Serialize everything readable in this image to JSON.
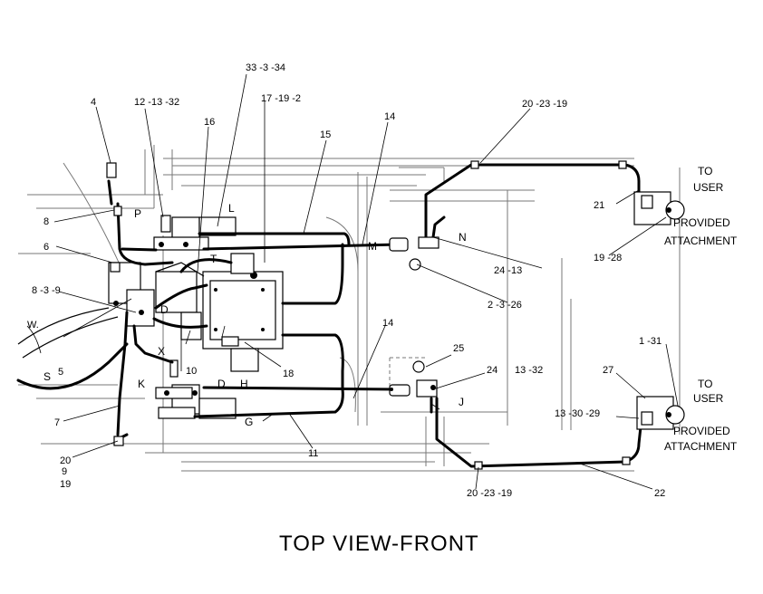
{
  "title": "TOP VIEW-FRONT",
  "callouts": {
    "c_4": "4",
    "c_12_13_32_top": "12 -13 -32",
    "c_33_3_34": "33 -3 -34",
    "c_17_19_2": "17 -19 -2",
    "c_16": "16",
    "c_15": "15",
    "c_14_top": "14",
    "c_20_23_19_top": "20 -23 -19",
    "c_8_top": "8",
    "c_P": "P",
    "c_L": "L",
    "c_6": "6",
    "c_T": "T",
    "c_M": "M",
    "c_N": "N",
    "c_21": "21",
    "c_19_28": "19 -28",
    "c_24_13": "24 -13",
    "c_2_3_26": "2 -3 -26",
    "c_8_3_9": "8 -3 -9",
    "c_D_top": "D",
    "c_W": "W.",
    "c_X": "X",
    "c_5": "5",
    "c_10": "10",
    "c_D_bot": "D",
    "c_H": "H",
    "c_18": "18",
    "c_S": "S",
    "c_K": "K",
    "c_14_bot": "14",
    "c_25": "25",
    "c_24": "24",
    "c_13_32": "13 -32",
    "c_1_31": "1 -31",
    "c_27": "27",
    "c_J": "J",
    "c_13_30_29": "13 -30 -29",
    "c_7": "7",
    "c_G": "G",
    "c_11": "11",
    "c_20": "20",
    "c_9": "9",
    "c_19_left": "19",
    "c_20_23_19_bot": "20 -23 -19",
    "c_22": "22"
  },
  "user_labels": {
    "top_to": "TO",
    "top_user": "USER",
    "top_provided": "PROVIDED",
    "top_attachment": "ATTACHMENT",
    "bot_to": "TO",
    "bot_user": "USER",
    "bot_provided": "PROVIDED",
    "bot_attachment": "ATTACHMENT"
  }
}
